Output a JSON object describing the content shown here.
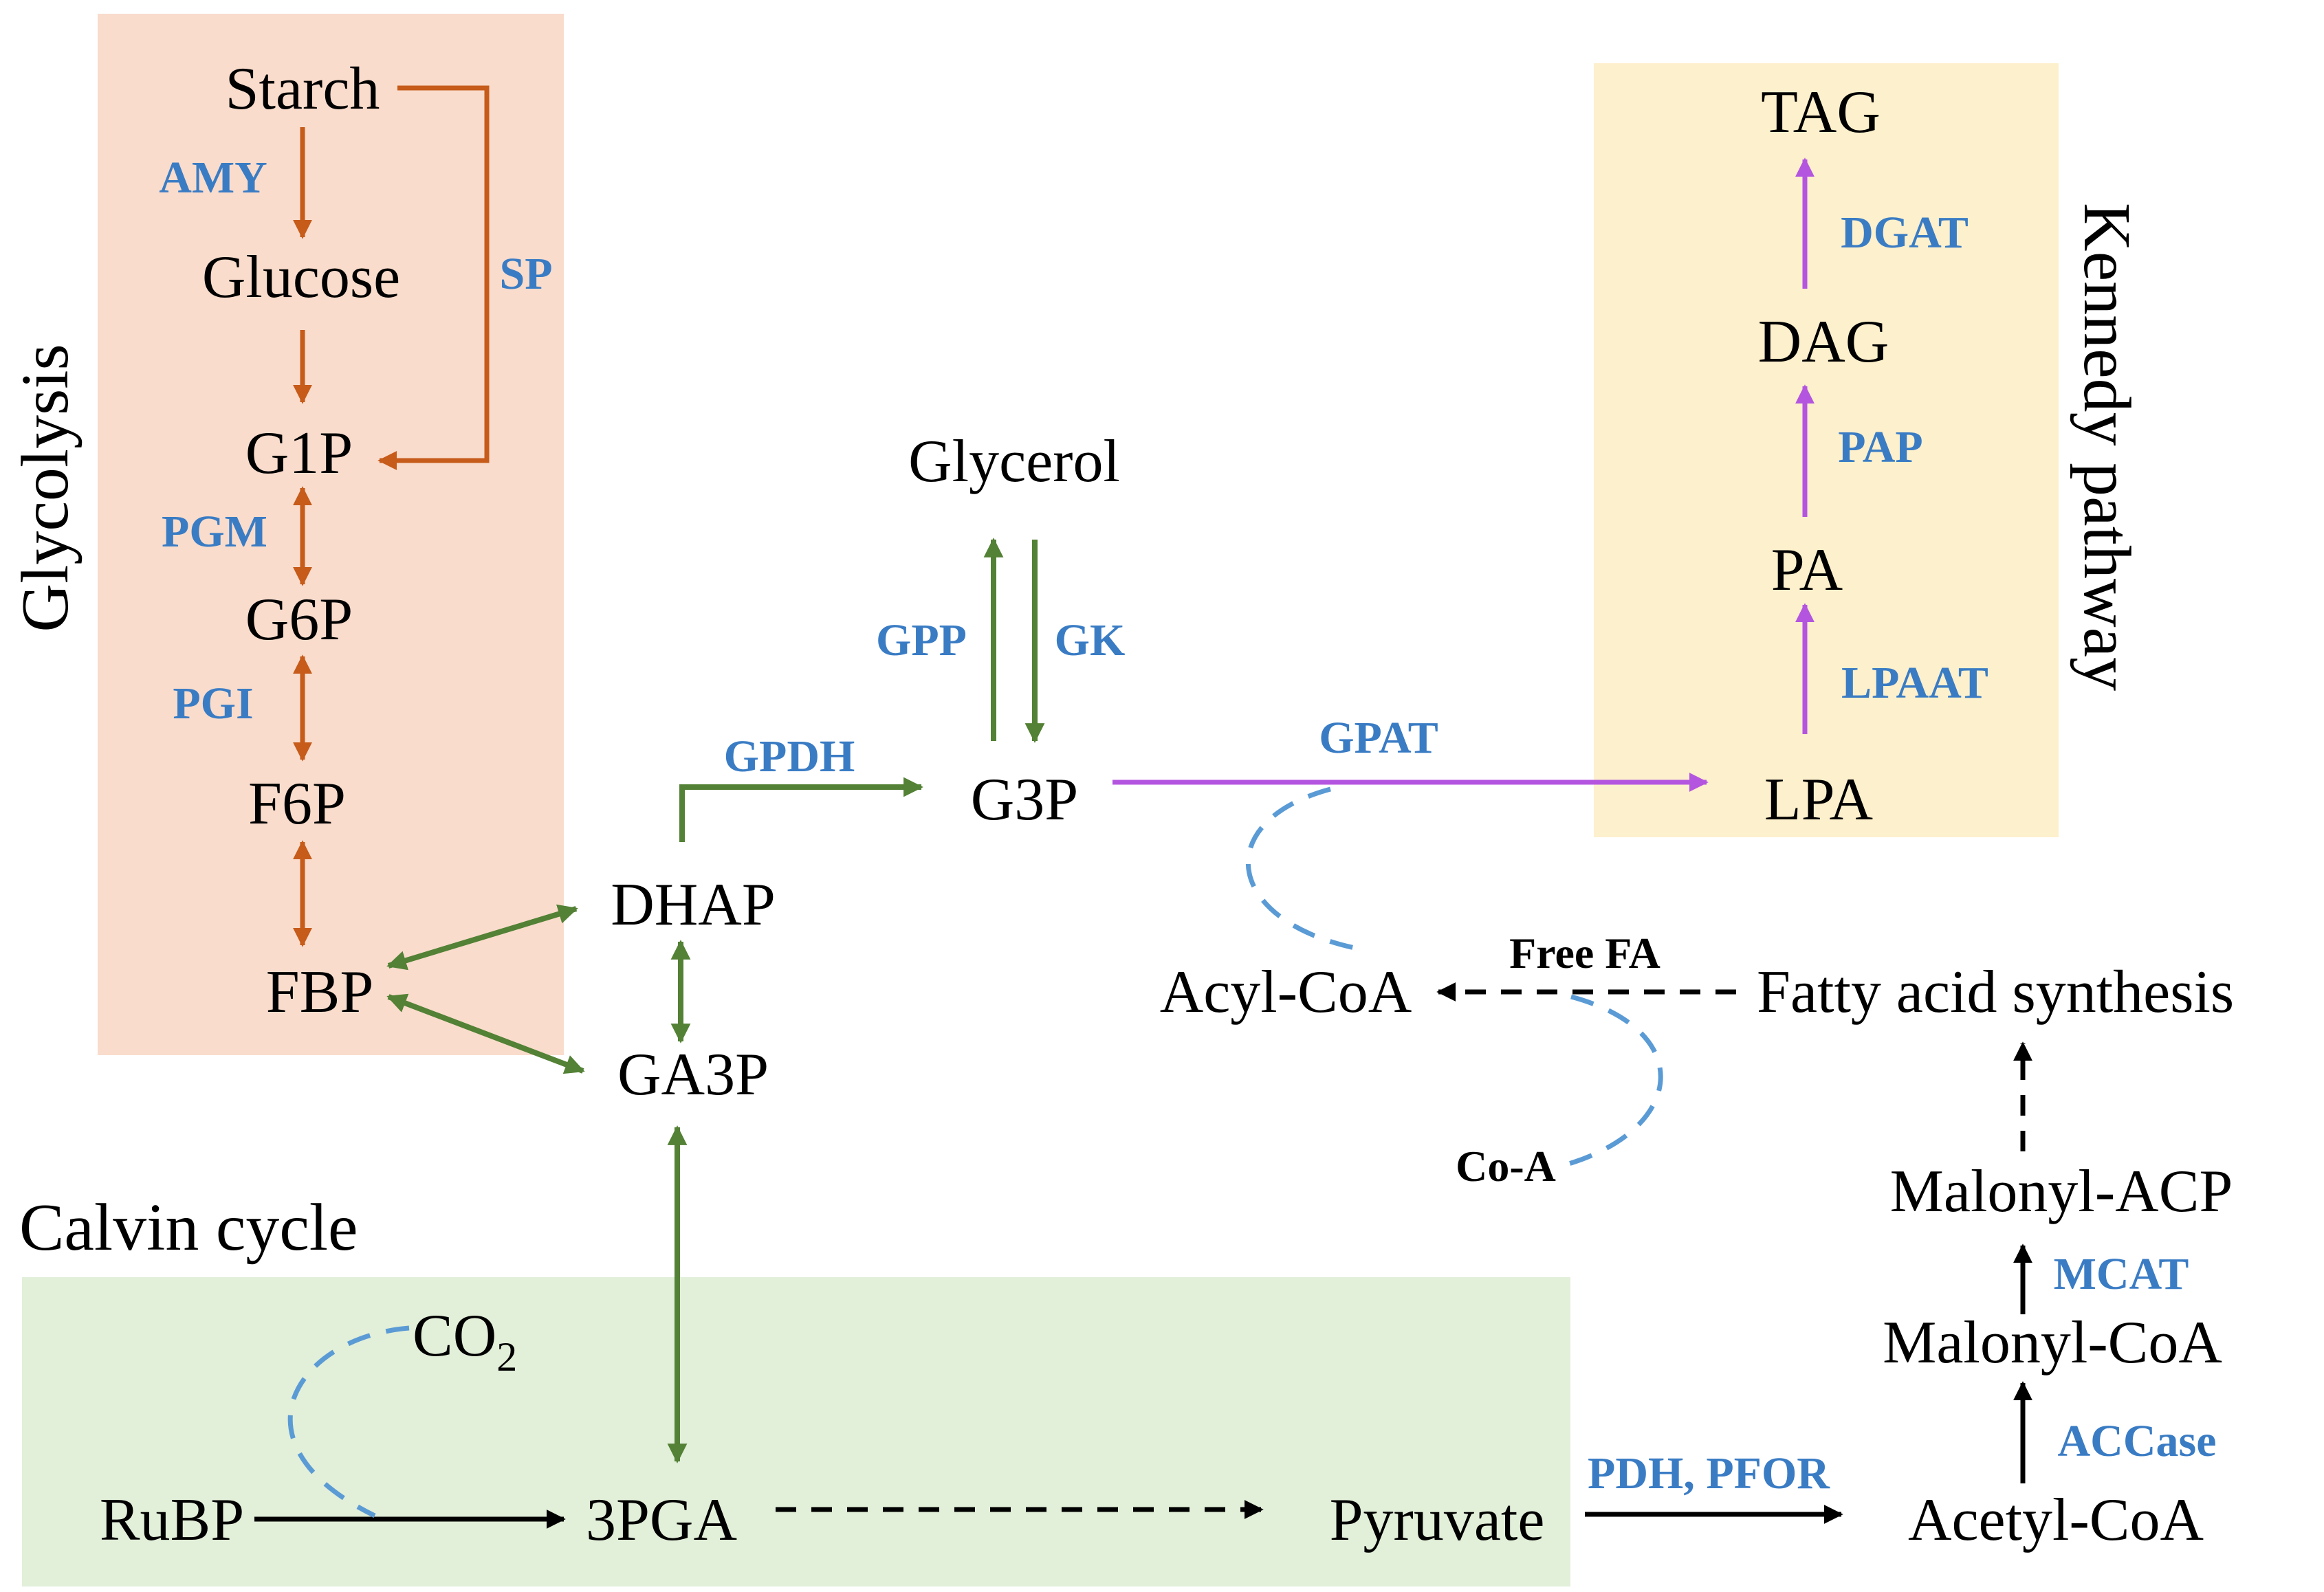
{
  "regions": {
    "glycolysis": {
      "label": "Glycolysis",
      "color": "#f9dccc"
    },
    "kennedy": {
      "label": "Kennedy pathway",
      "color": "#fdf0cc"
    },
    "calvin": {
      "label": "Calvin cycle",
      "color": "#e2efd9"
    }
  },
  "metabolites": {
    "starch": "Starch",
    "glucose": "Glucose",
    "g1p": "G1P",
    "g6p": "G6P",
    "f6p": "F6P",
    "fbp": "FBP",
    "dhap": "DHAP",
    "ga3p": "GA3P",
    "g3p": "G3P",
    "glycerol": "Glycerol",
    "lpa": "LPA",
    "pa": "PA",
    "dag": "DAG",
    "tag": "TAG",
    "acyl_coa": "Acyl-CoA",
    "fatty_acid_synthesis": "Fatty acid synthesis",
    "malonyl_acp": "Malonyl-ACP",
    "malonyl_coa": "Malonyl-CoA",
    "acetyl_coa": "Acetyl-CoA",
    "pyruvate": "Pyruvate",
    "pga3": "3PGA",
    "rubp": "RuBP",
    "co2": "CO",
    "co2_subscript": "2"
  },
  "enzymes": {
    "amy": "AMY",
    "sp": "SP",
    "pgm": "PGM",
    "pgi": "PGI",
    "gpdh": "GPDH",
    "gpp": "GPP",
    "gk": "GK",
    "gpat": "GPAT",
    "dgat": "DGAT",
    "pap": "PAP",
    "lpaat": "LPAAT",
    "mcat": "MCAT",
    "accase": "ACCase",
    "pdh_pfor": "PDH, PFOR"
  },
  "cofactors": {
    "free_fa": "Free FA",
    "co_a": "Co-A"
  },
  "colors": {
    "glycolysis_arrow": "#c65b1a",
    "green_arrow": "#538135",
    "kennedy_arrow": "#b455e0",
    "enzyme_text": "#3a7cc4",
    "dashed_blue": "#5b9bd5"
  }
}
